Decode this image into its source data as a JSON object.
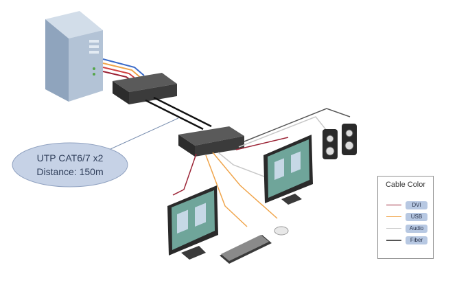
{
  "callout": {
    "line1": "UTP CAT6/7 x2",
    "line2": "Distance: 150m"
  },
  "legend": {
    "title": "Cable Color",
    "items": [
      {
        "label": "DVI",
        "color": "#9b2335"
      },
      {
        "label": "USB",
        "color": "#f0a44a"
      },
      {
        "label": "Audio",
        "color": "#c8c8c8"
      },
      {
        "label": "Fiber",
        "color": "#555555"
      }
    ]
  },
  "colors": {
    "server_body": "#aebfd3",
    "box": "#3b3b3b",
    "cat_cable": "#111111",
    "callout_fill": "#c6d2e6"
  }
}
